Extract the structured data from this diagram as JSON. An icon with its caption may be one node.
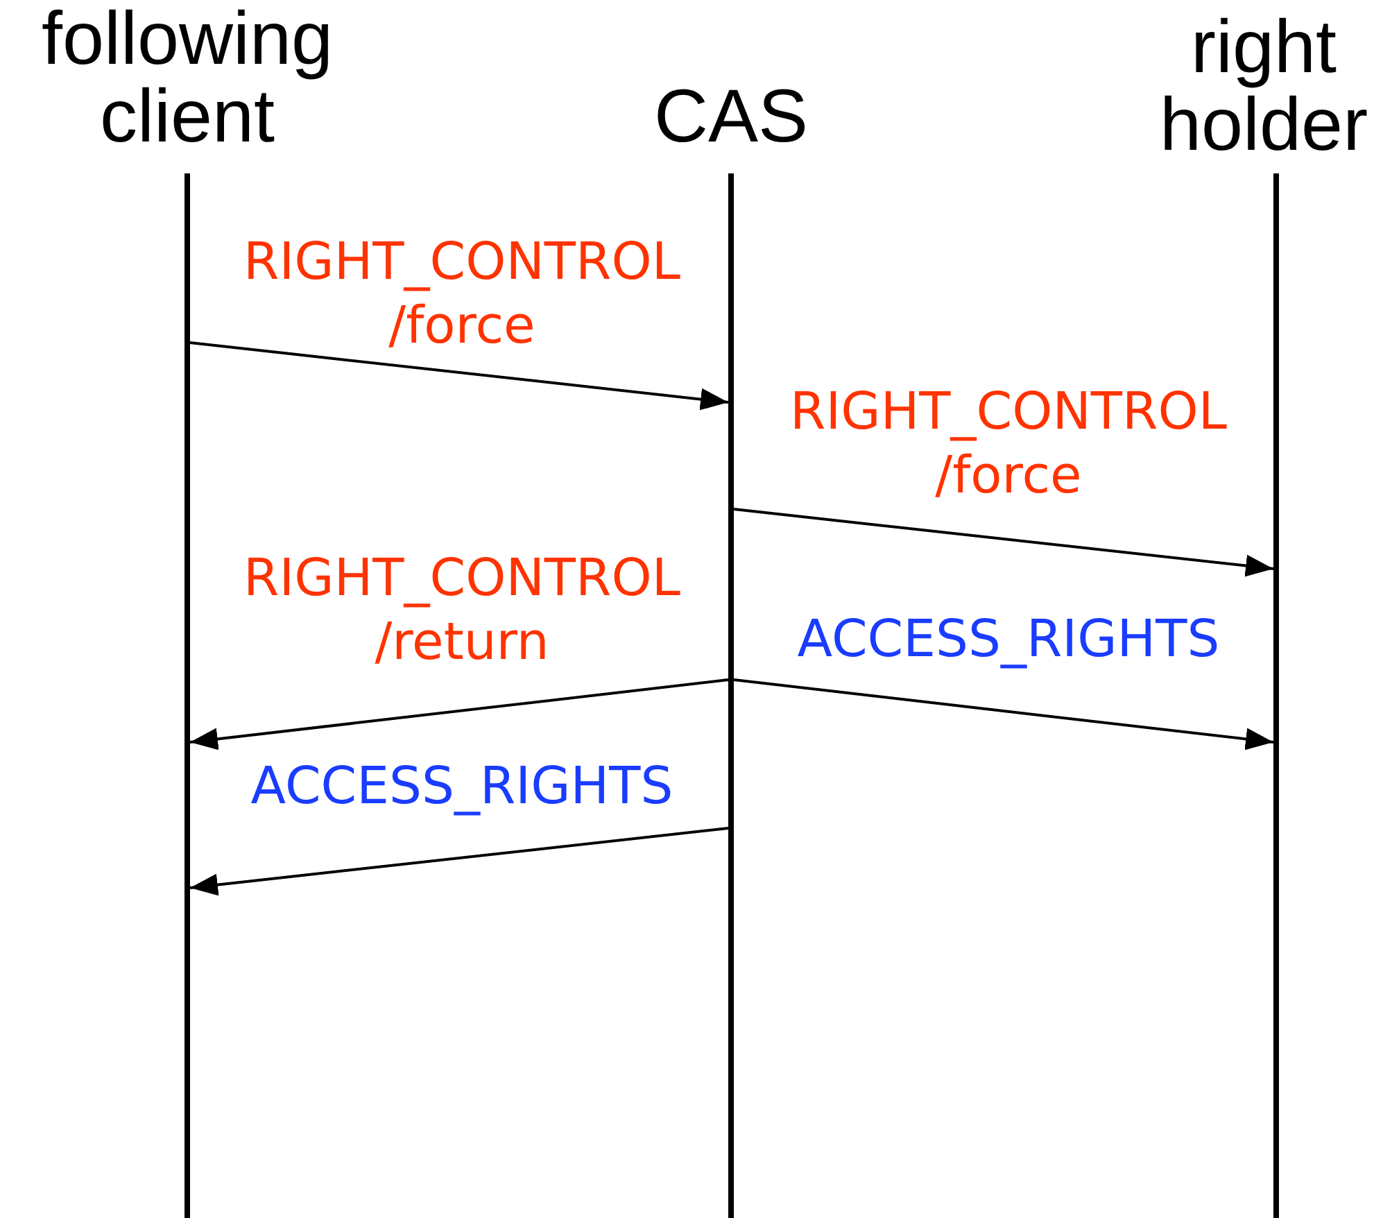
{
  "diagram": {
    "nodes": [
      {
        "text": [
          "following client"
        ]
      },
      {
        "text": [
          "CAS"
        ]
      },
      {
        "text": [
          "right holder"
        ]
      }
    ],
    "edges": [
      {
        "from": 0,
        "to": 1,
        "arrow": "to",
        "label": "RIGHT_CONTROL /force"
      },
      {
        "from": 1,
        "to": 2,
        "arrow": "to",
        "label": "RIGHT_CONTROL /force"
      },
      {
        "from": 1,
        "to": 0,
        "arrow": "to",
        "label": "RIGHT_CONTROL /return"
      },
      {
        "from": 1,
        "to": 2,
        "arrow": "to",
        "label": "ACCESS_RIGHTS"
      },
      {
        "from": 1,
        "to": 0,
        "arrow": "to",
        "label": "ACCESS_RIGHTS"
      }
    ]
  }
}
